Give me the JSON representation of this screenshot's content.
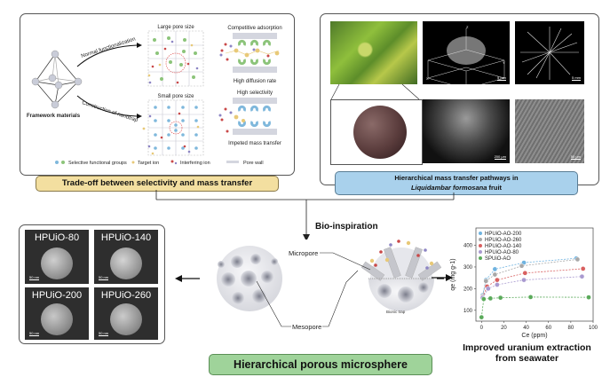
{
  "top_left": {
    "framework_label": "Framework materials",
    "arrow_upper_label": "Normal functionalization",
    "arrow_lower_label": "Construction of nanotrap",
    "large_pore_title": "Large pore size",
    "small_pore_title": "Small pore size",
    "competitive_title": "Competitive adsorption",
    "high_diffusion_label": "High diffusion rate",
    "high_selectivity_title": "High selectivity",
    "impeded_label": "Impeted mass transfer",
    "legend": {
      "selective_groups": "Selective functional groups",
      "target_ion": "Target ion",
      "interfering_ion": "Interfering ion",
      "pore_wall": "Pore wall"
    },
    "caption": "Trade-off between selectivity and mass transfer",
    "caption_color": "#f3dfa0"
  },
  "top_right": {
    "scale_labels": [
      "5 mm",
      "5 mm",
      "200 μm",
      "50 μm"
    ],
    "axis_labels": [
      "Z",
      "X",
      "Y"
    ],
    "caption_line1": "Hierarchical mass transfer pathways in",
    "caption_species": "Liquidambar formosana",
    "caption_suffix": " fruit",
    "caption_color": "#a9d1ec"
  },
  "center": {
    "bio_inspiration": "Bio-inspiration",
    "micropore_label": "Micropore",
    "mesopore_label": "Mesopore",
    "bionic_trap_label": "Bionic trap",
    "caption": "Hierarchical porous microsphere",
    "caption_color": "#9fd39a"
  },
  "sem_panel": {
    "samples": [
      {
        "name": "HPUiO-80",
        "scale": "50 nm"
      },
      {
        "name": "HPUiO-140",
        "scale": "50 nm"
      },
      {
        "name": "HPUiO-200",
        "scale": "50 nm"
      },
      {
        "name": "HPUiO-260",
        "scale": "50 nm"
      }
    ]
  },
  "chart_caption_line1": "Improved uranium extraction",
  "chart_caption_line2": "from seawater",
  "chart_data": {
    "type": "scatter",
    "title": "",
    "xlabel": "Ce (ppm)",
    "ylabel": "qe (mg g-1)",
    "xlim": [
      -5,
      100
    ],
    "ylim": [
      50,
      480
    ],
    "xticks": [
      0,
      20,
      40,
      60,
      80,
      100
    ],
    "yticks": [
      100,
      200,
      300,
      400
    ],
    "legend_position": "top-left",
    "grid": false,
    "series": [
      {
        "name": "HPUiO-AO-200",
        "color": "#6fb3e0",
        "x": [
          1,
          4,
          12,
          38,
          85
        ],
        "y": [
          170,
          240,
          290,
          320,
          340
        ]
      },
      {
        "name": "HPUiO-AO-260",
        "color": "#a8a8a8",
        "x": [
          1,
          4,
          12,
          36,
          86
        ],
        "y": [
          165,
          235,
          265,
          305,
          335
        ]
      },
      {
        "name": "HPUiO-AO-140",
        "color": "#d96060",
        "x": [
          1,
          5,
          14,
          39,
          91
        ],
        "y": [
          160,
          210,
          240,
          272,
          292
        ]
      },
      {
        "name": "HPUiO-AO-80",
        "color": "#a99ad0",
        "x": [
          1,
          6,
          14,
          38,
          90
        ],
        "y": [
          158,
          200,
          218,
          240,
          256
        ]
      },
      {
        "name": "SPUiO-AO",
        "color": "#5aaa5a",
        "x": [
          0,
          2,
          8,
          17,
          44,
          96
        ],
        "y": [
          68,
          152,
          155,
          158,
          161,
          160
        ]
      }
    ]
  }
}
